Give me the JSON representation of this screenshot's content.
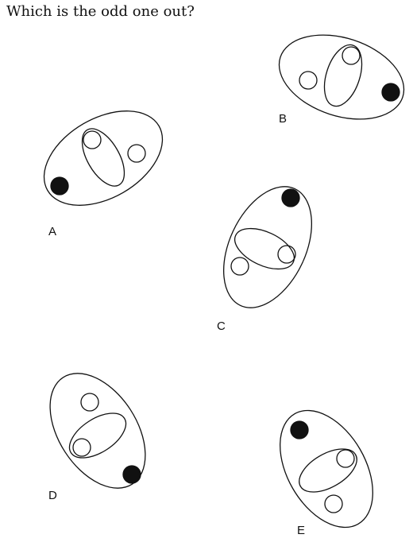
{
  "question": "Which is the odd one out?",
  "options": [
    {
      "label": "A"
    },
    {
      "label": "B"
    },
    {
      "label": "C"
    },
    {
      "label": "D"
    },
    {
      "label": "E"
    }
  ],
  "colors": {
    "stroke": "#111111",
    "fill_dot": "#111111",
    "background": "#ffffff"
  }
}
